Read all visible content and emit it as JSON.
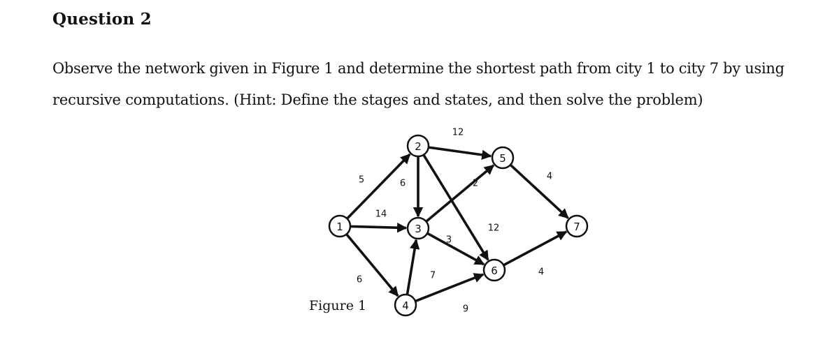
{
  "question": {
    "title": "Question 2",
    "line1": "Observe the network given in Figure 1 and determine the shortest path from city 1 to city 7 by using",
    "line2": "recursive computations. (Hint: Define the stages and states, and then solve the problem)"
  },
  "figure": {
    "caption": "Figure 1",
    "nodes": [
      "1",
      "2",
      "3",
      "4",
      "5",
      "6",
      "7"
    ],
    "edges": [
      {
        "from": "1",
        "to": "2",
        "weight": "5"
      },
      {
        "from": "1",
        "to": "3",
        "weight": "14"
      },
      {
        "from": "1",
        "to": "4",
        "weight": "6"
      },
      {
        "from": "2",
        "to": "3",
        "weight": "6"
      },
      {
        "from": "2",
        "to": "5",
        "weight": "12"
      },
      {
        "from": "2",
        "to": "6",
        "weight": "12"
      },
      {
        "from": "3",
        "to": "5",
        "weight": "2"
      },
      {
        "from": "3",
        "to": "6",
        "weight": "3"
      },
      {
        "from": "4",
        "to": "3",
        "weight": "7"
      },
      {
        "from": "4",
        "to": "6",
        "weight": "9"
      },
      {
        "from": "5",
        "to": "7",
        "weight": "4"
      },
      {
        "from": "6",
        "to": "7",
        "weight": "4"
      }
    ]
  }
}
